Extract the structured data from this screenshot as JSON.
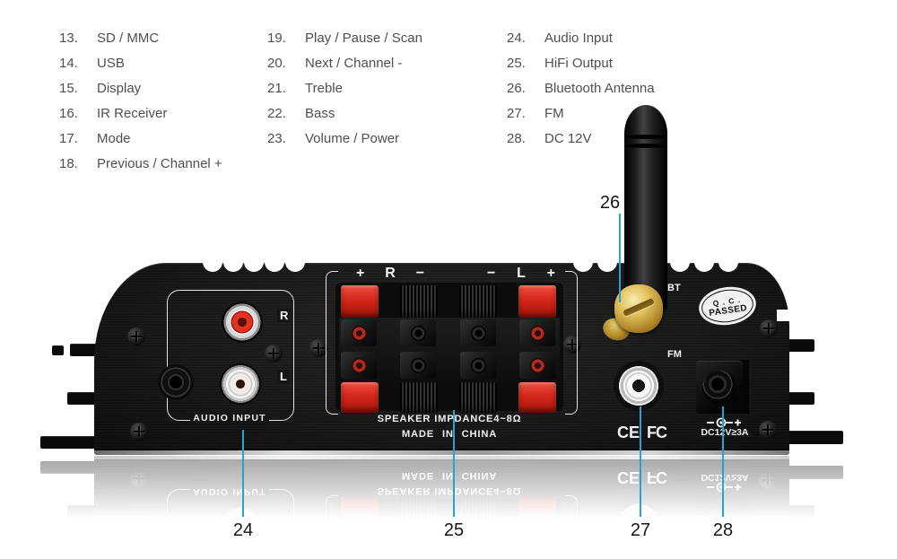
{
  "legend": {
    "col1": [
      {
        "n": "13.",
        "t": "SD / MMC"
      },
      {
        "n": "14.",
        "t": "USB"
      },
      {
        "n": "15.",
        "t": "Display"
      },
      {
        "n": "16.",
        "t": "IR Receiver"
      },
      {
        "n": "17.",
        "t": "Mode"
      },
      {
        "n": "18.",
        "t": "Previous / Channel +"
      }
    ],
    "col2": [
      {
        "n": "19.",
        "t": "Play / Pause / Scan"
      },
      {
        "n": "20.",
        "t": "Next / Channel -"
      },
      {
        "n": "21.",
        "t": "Treble"
      },
      {
        "n": "22.",
        "t": "Bass"
      },
      {
        "n": "23.",
        "t": "Volume / Power"
      }
    ],
    "col3": [
      {
        "n": "24.",
        "t": "Audio Input"
      },
      {
        "n": "25.",
        "t": "HiFi Output"
      },
      {
        "n": "26.",
        "t": "Bluetooth Antenna"
      },
      {
        "n": "27.",
        "t": "FM"
      },
      {
        "n": "28.",
        "t": "DC 12V"
      }
    ]
  },
  "panel": {
    "audio": {
      "title": "AUDIO INPUT",
      "right": "R",
      "left": "L"
    },
    "speaker": {
      "right_channel": [
        "+",
        "R",
        "−"
      ],
      "left_channel": [
        "−",
        "L",
        "+"
      ],
      "impedance": "SPEAKER IMPDANCE4~8Ω",
      "origin": "MADE IN CHINA"
    },
    "bt_label": "BT",
    "fm_label": "FM",
    "qc_stamp": {
      "line1": "Q . C .",
      "line2": "PASSED"
    },
    "dc_label": "DC12V≥3A",
    "cert_ce": "CE",
    "cert_fcc": "FC"
  },
  "callouts": {
    "c24": "24",
    "c25": "25",
    "c26": "26",
    "c27": "27",
    "c28": "28"
  },
  "colors": {
    "callout_line": "#2e9fd4",
    "terminal_red": "#d8291e",
    "connector_gold": "#c9a43a",
    "panel_black": "#141414"
  }
}
